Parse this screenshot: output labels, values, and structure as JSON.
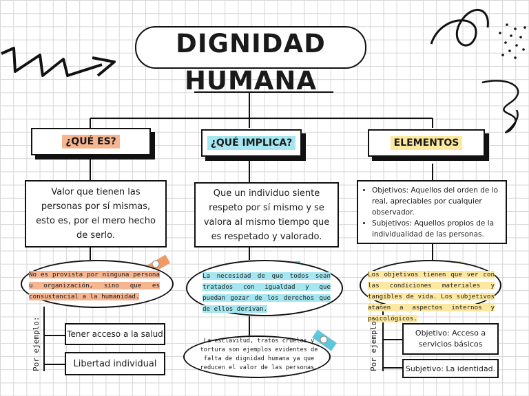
{
  "title": {
    "line1": "DIGNIDAD",
    "line2": "HUMANA"
  },
  "columns": [
    {
      "header": "¿QUÉ ES?",
      "header_color": "#f6b48f",
      "definition": "Valor que tienen las personas por sí mismas, esto es, por el mero hecho de serlo.",
      "note": "No es provista por ninguna persona u organización, sino que es consustancial a la humanidad.",
      "note_color": "#f6b48f",
      "example_label": "Por ejemplo:",
      "examples": [
        "Tener acceso a la salud",
        "Libertad individual"
      ]
    },
    {
      "header": "¿QUÉ IMPLICA?",
      "header_color": "#a5e6f0",
      "definition": "Que un individuo siente respeto por sí mismo y se valora al mismo tiempo que es respetado y valorado.",
      "note": "La necesidad de que todos sean tratados con igualdad y que puedan gozar de los derechos que de ellos derivan.",
      "note_color": "#a5e6f0",
      "note2": "La esclavitud, tratos crueles y tortura son ejemplos evidentes de falta de dignidad humana ya que reducen el valor de las personas."
    },
    {
      "header": "ELEMENTOS",
      "header_color": "#fde8a0",
      "definition_items": [
        "Objetivos: Aquellos del orden de lo real, apreciables por cualquier observador.",
        "Subjetivos: Aquellos propios de la individualidad de las personas."
      ],
      "note": "Los objetivos tienen que ver con las condiciones materiales y tangibles de vida. Los subjetivos atañen a aspectos internos y psicológicos.",
      "note_color": "#fde8a0",
      "example_label": "Por ejemplo:",
      "examples": [
        "Objetivo: Acceso a servicios básicos",
        "Subjetivo: La identidad."
      ]
    }
  ]
}
